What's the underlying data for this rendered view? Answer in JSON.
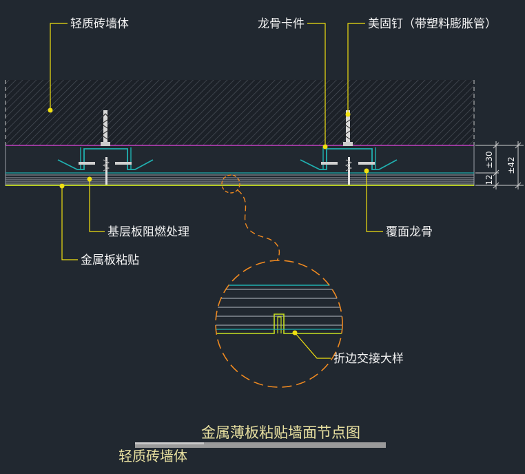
{
  "labels": {
    "brick_wall": "轻质砖墙体",
    "keel_clip": "龙骨卡件",
    "anchor_nail": "美固钉（带塑料膨胀管）",
    "base_board": "基层板阻燃处理",
    "metal_panel": "金属板粘贴",
    "cover_keel": "覆面龙骨",
    "fold_joint": "折边交接大样"
  },
  "dimensions": {
    "gap": "±30",
    "board": "12",
    "total": "±42"
  },
  "title": "金属薄板粘贴墙面节点图",
  "subtitle": "轻质砖墙体",
  "colors": {
    "background": "#212830",
    "leader": "#f0e010",
    "wall_line": "#c040c0",
    "keel": "#20b0b0",
    "detail_circle": "#f08a20",
    "panel_line": "#c8e020",
    "hatch": "#4a4f57"
  }
}
